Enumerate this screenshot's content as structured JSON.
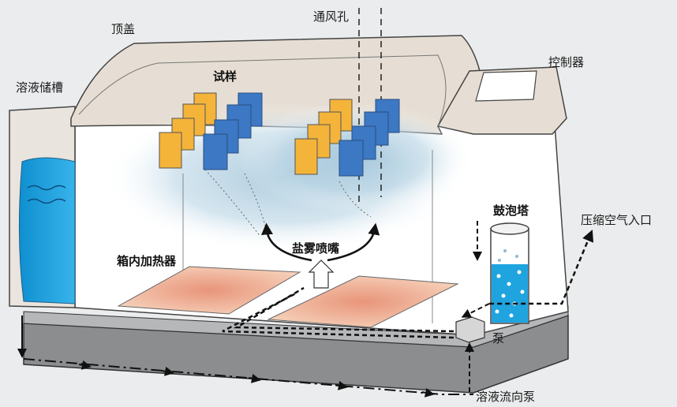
{
  "labels": {
    "top_cover": "顶盖",
    "vent_hole": "通风孔",
    "controller": "控制器",
    "solution_tank": "溶液储槽",
    "specimens": "试样",
    "salt_spray_nozzle": "盐雾喷嘴",
    "bubble_tower": "鼓泡塔",
    "compressed_air_inlet": "压缩空气入口",
    "internal_heater": "箱内加热器",
    "pump": "泵",
    "solution_to_pump": "溶液流向泵"
  },
  "colors": {
    "specimen_yellow": "#f4b43a",
    "specimen_blue": "#3c78c4",
    "water_blue": "#1fa4e0",
    "heater_plate": "#f3c6a8",
    "chamber_outline": "#444444"
  }
}
